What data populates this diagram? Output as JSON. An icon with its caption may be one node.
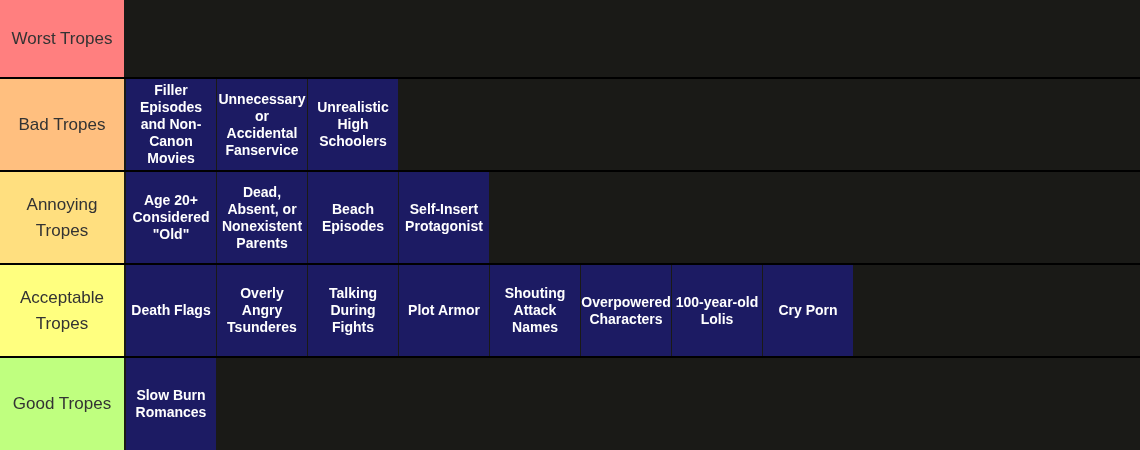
{
  "diagram": {
    "nodes": [
      {
        "text": [
          "Worst Tropes"
        ]
      },
      {
        "text": [
          "Bad Tropes"
        ]
      },
      {
        "text": [
          "Filler Episodes and Non-Canon Movies"
        ],
        "in": 1
      },
      {
        "text": [
          "Unnecessary or Accidental Fanservice"
        ],
        "in": 1
      },
      {
        "text": [
          "Unrealistic High Schoolers"
        ],
        "in": 1
      },
      {
        "text": [
          "Annoying Tropes"
        ]
      },
      {
        "text": [
          "Age 20+ Considered \"Old\""
        ],
        "in": 5
      },
      {
        "text": [
          "Dead, Absent, or Nonexistent Parents"
        ],
        "in": 5
      },
      {
        "text": [
          "Beach Episodes"
        ],
        "in": 5
      },
      {
        "text": [
          "Self-Insert Protagonist"
        ],
        "in": 5
      },
      {
        "text": [
          "Acceptable Tropes"
        ]
      },
      {
        "text": [
          "Death Flags"
        ],
        "in": 10
      },
      {
        "text": [
          "Overly Angry Tsunderes"
        ],
        "in": 10
      },
      {
        "text": [
          "Talking During Fights"
        ],
        "in": 10
      },
      {
        "text": [
          "Plot Armor"
        ],
        "in": 10
      },
      {
        "text": [
          "Shouting Attack Names"
        ],
        "in": 10
      },
      {
        "text": [
          "Overpowered Characters"
        ],
        "in": 10
      },
      {
        "text": [
          "100-year-old Lolis"
        ],
        "in": 10
      },
      {
        "text": [
          "Cry Porn"
        ],
        "in": 10
      },
      {
        "text": [
          "Good Tropes"
        ]
      },
      {
        "text": [
          "Slow Burn Romances"
        ],
        "in": 19
      }
    ]
  }
}
